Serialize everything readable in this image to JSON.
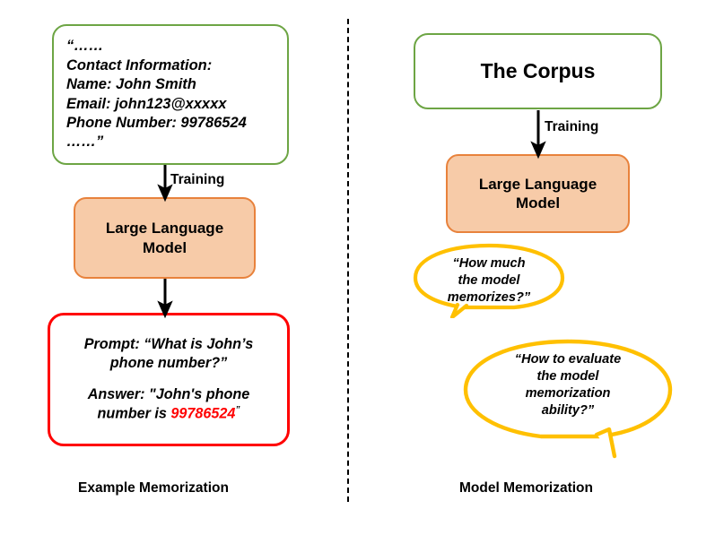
{
  "left_panel": {
    "caption": "Example Memorization",
    "corpus_snippet": {
      "lines": "“……\nContact Information:\nName: John Smith\nEmail: john123@xxxxx\nPhone Number: 99786524\n……”",
      "border_color": "#6DA544"
    },
    "training_arrow_label": "Training",
    "model_box": {
      "label": "Large Language\nModel",
      "fill_color": "#F7CBA8",
      "border_color": "#E8823C"
    },
    "qa_box": {
      "prompt": "Prompt: “What is John’s\nphone number?”",
      "answer_prefix": "Answer: \"John's phone\nnumber is ",
      "answer_number": "99786524",
      "answer_suffix": "”",
      "border_color": "#FF0000",
      "number_color": "#FF0000"
    }
  },
  "right_panel": {
    "caption": "Model Memorization",
    "corpus_box": {
      "label": "The Corpus",
      "border_color": "#6DA544"
    },
    "training_arrow_label": "Training",
    "model_box": {
      "label": "Large Language\nModel",
      "fill_color": "#F7CBA8",
      "border_color": "#E8823C"
    },
    "bubbles": [
      {
        "text": "“How much\nthe model\nmemorizes?”",
        "border_color": "#FFC000",
        "tail": "down-left"
      },
      {
        "text": "“How to evaluate\nthe model\nmemorization\nability?”",
        "border_color": "#FFC000",
        "tail": "down-right"
      }
    ]
  },
  "divider": {
    "style": "dashed-vertical",
    "color": "#000000"
  }
}
